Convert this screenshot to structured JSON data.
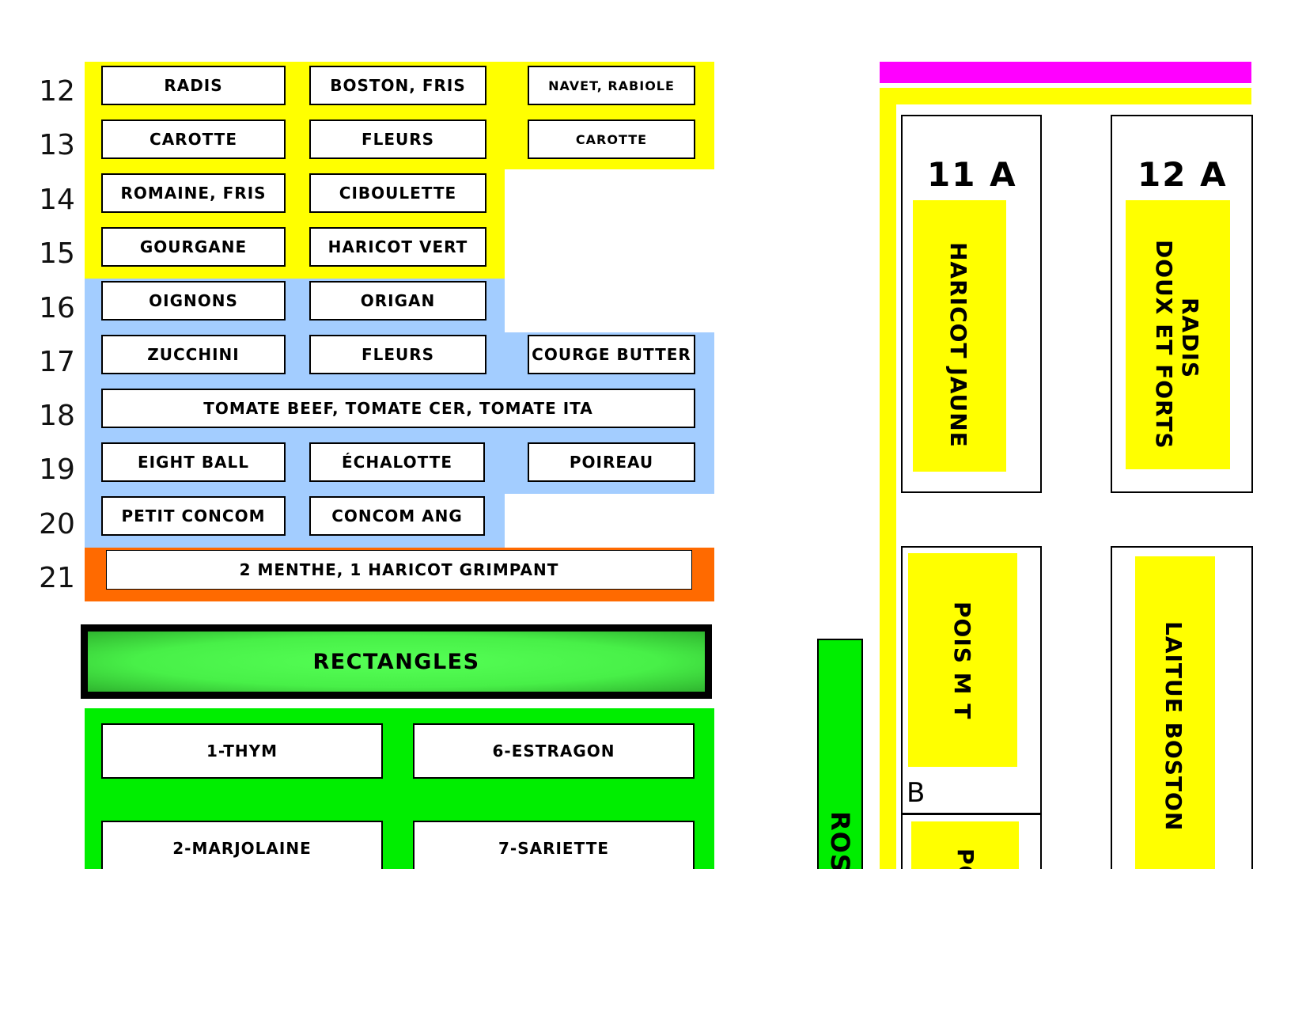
{
  "row_numbers": [
    "12",
    "13",
    "14",
    "15",
    "16",
    "17",
    "18",
    "19",
    "20",
    "21"
  ],
  "beds": {
    "r12a": "RADIS",
    "r12b": "BOSTON, FRIS",
    "r12c": "NAVET, RABIOLE",
    "r13a": "CAROTTE",
    "r13b": "FLEURS",
    "r13c": "CAROTTE",
    "r14a": "ROMAINE, FRIS",
    "r14b": "CIBOULETTE",
    "r15a": "GOURGANE",
    "r15b": "HARICOT VERT",
    "r16a": "OIGNONS",
    "r16b": "ORIGAN",
    "r17a": "ZUCCHINI",
    "r17b": "FLEURS",
    "r17c": "COURGE BUTTER",
    "r18": "TOMATE BEEF, TOMATE CER, TOMATE ITA",
    "r19a": "EIGHT BALL",
    "r19b": "ÉCHALOTTE",
    "r19c": "POIREAU",
    "r20a": "PETIT CONCOM",
    "r20b": "CONCOM ANG",
    "r21": "2 MENTHE, 1 HARICOT GRIMPANT"
  },
  "rectangles": {
    "title": "RECTANGLES",
    "items": [
      "1-THYM",
      "6-ESTRAGON",
      "2-MARJOLAINE",
      "7-SARIETTE"
    ]
  },
  "right_plots": {
    "p11a_title": "11 A",
    "p11a_crop": "HARICOT JAUNE",
    "p12a_title": "12 A",
    "p12a_crop_line1": "RADIS",
    "p12a_crop_line2": "DOUX ET FORTS",
    "p11b_crop": "POIS M T",
    "p11b_label": "B",
    "p11c_crop_partial": "PO",
    "p12b_crop": "LAITUE BOSTON",
    "ros_partial": "ROS"
  },
  "colors": {
    "yellow": "#ffff00",
    "blue": "#a3cdff",
    "orange": "#ff6a00",
    "green": "#00ee00",
    "magenta": "#ff00ff"
  }
}
